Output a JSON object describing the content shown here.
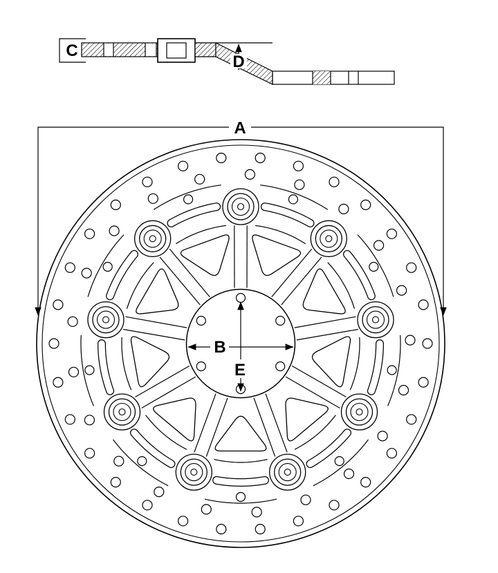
{
  "page": {
    "background": "#ffffff",
    "line_color": "#000000"
  },
  "figure": {
    "kind": "technical-dimension-drawing",
    "subject": "floating brake disc rotor, cross-section view (top) and front view (bottom)",
    "views": {
      "cross_section": {
        "dimension_labels": [
          "C",
          "D"
        ]
      },
      "front": {
        "dimension_labels": [
          "A",
          "B",
          "E"
        ]
      }
    }
  },
  "labels": {
    "A": "A",
    "B": "B",
    "C": "C",
    "D": "D",
    "E": "E"
  }
}
